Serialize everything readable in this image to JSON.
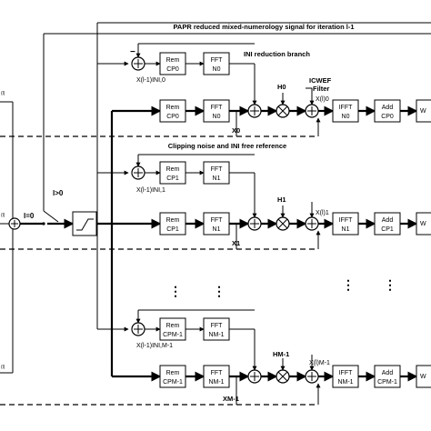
{
  "labels": {
    "title": "PAPR reduced mixed-numerology signal for iteration l-1",
    "ini_branch": "INI reduction branch",
    "icwef_1": "ICWEF",
    "icwef_2": "Filter",
    "clip_ref": "Clipping noise and INI free reference",
    "cond": "l>0",
    "init": "l=0",
    "rem": "Rem",
    "fft": "FFT",
    "ifft": "IFFT",
    "add": "Add",
    "w": "W",
    "cp0": "CP0",
    "cp1": "CP1",
    "cpM": "CPM-1",
    "n0": "N0",
    "n1": "N1",
    "nM": "NM-1",
    "h0": "H0",
    "h1": "H1",
    "hM": "HM-1",
    "x0": "X0",
    "x1": "X1",
    "xM": "XM-1",
    "xini0": "X(l-1)INI,0",
    "xini1": "X(l-1)INI,1",
    "xiniM": "X(l-1)INI,M-1",
    "xl0": "X(l)0",
    "xl1": "X(l)1",
    "xlM": "X(l)M-1",
    "vdots": "⋮"
  }
}
